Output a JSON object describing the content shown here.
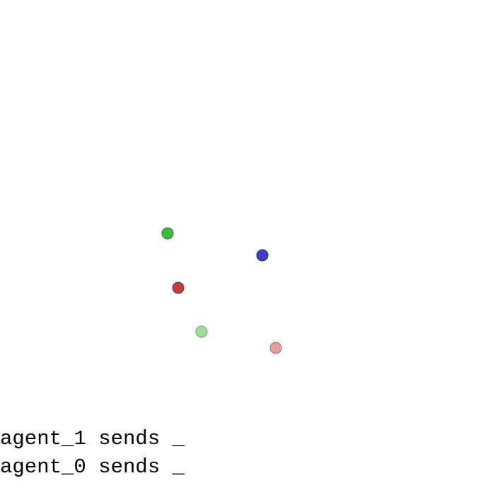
{
  "scene": {
    "background": "#ffffff",
    "entities": [
      {
        "name": "landmark-green",
        "kind": "landmark",
        "color": "#3fb93f",
        "stroke": "#2a7a2a"
      },
      {
        "name": "agent-blue",
        "kind": "agent",
        "color": "#4040c0",
        "stroke": "#2a2a80"
      },
      {
        "name": "agent-red",
        "kind": "agent",
        "color": "#c04040",
        "stroke": "#802a2a"
      },
      {
        "name": "goal-light-green",
        "kind": "goal",
        "color": "#9edc9e",
        "stroke": "#6aa86a"
      },
      {
        "name": "goal-light-red",
        "kind": "goal",
        "color": "#e0a0a0",
        "stroke": "#a87070"
      }
    ]
  },
  "messages": [
    {
      "text": "agent_1 sends _"
    },
    {
      "text": "agent_0 sends _"
    }
  ]
}
